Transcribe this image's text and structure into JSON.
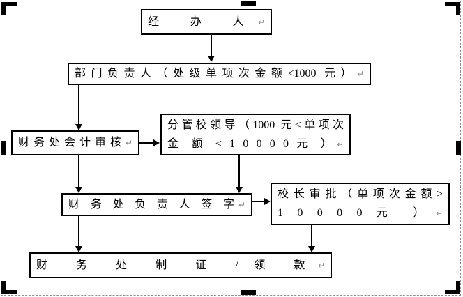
{
  "diagram": {
    "background": "#ffffff",
    "line_color": "#000000",
    "mark_color": "#8a8a8a",
    "frame_dash_color": "#909090",
    "return_mark": "↵",
    "nodes": {
      "handler": {
        "label": "经 办 人"
      },
      "dept_head": {
        "label": "部门负责人（处级单项次金额<1000 元）"
      },
      "accounting_review": {
        "label": "财务处会计审核"
      },
      "vice_president": {
        "line1": "分管校领导（1000 元≤单项次",
        "line2": "金 额 < 1 0 0 0 0 元 ）"
      },
      "finance_head_sign": {
        "label": "财 务 处 负 责 人 签 字"
      },
      "president_approval": {
        "line1": "校长审批（单项次金额≥",
        "line2": "1 0 0 0 0 元 ）"
      },
      "voucher_payment": {
        "label": "财 务 处 制 证 / 领 款"
      }
    }
  }
}
